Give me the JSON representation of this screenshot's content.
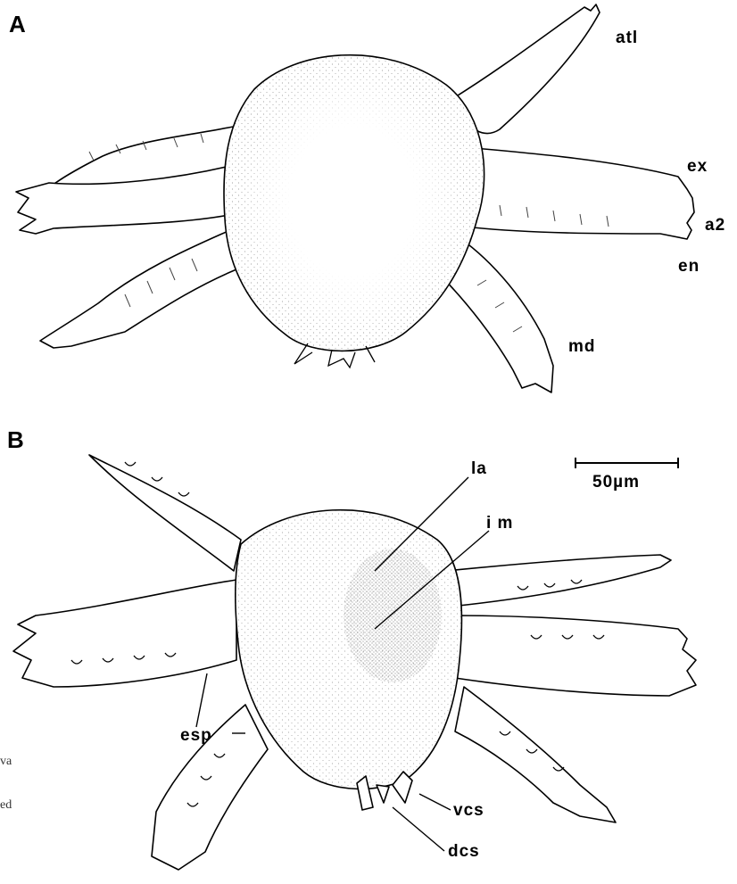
{
  "panels": [
    {
      "letter": "A",
      "labels": {
        "atl": "atl",
        "ex": "ex",
        "a2": "a2",
        "en": "en",
        "md": "md"
      }
    },
    {
      "letter": "B",
      "labels": {
        "la": "la",
        "im": "i m",
        "esp": "esp",
        "vcs": "vcs",
        "dcs": "dcs"
      }
    }
  ],
  "scale_bar": {
    "label": "50µm"
  },
  "cropped_caption_fragments": [
    "va",
    "ed"
  ],
  "colors": {
    "ink": "#000000",
    "paper": "#ffffff",
    "stipple": "#333333"
  }
}
